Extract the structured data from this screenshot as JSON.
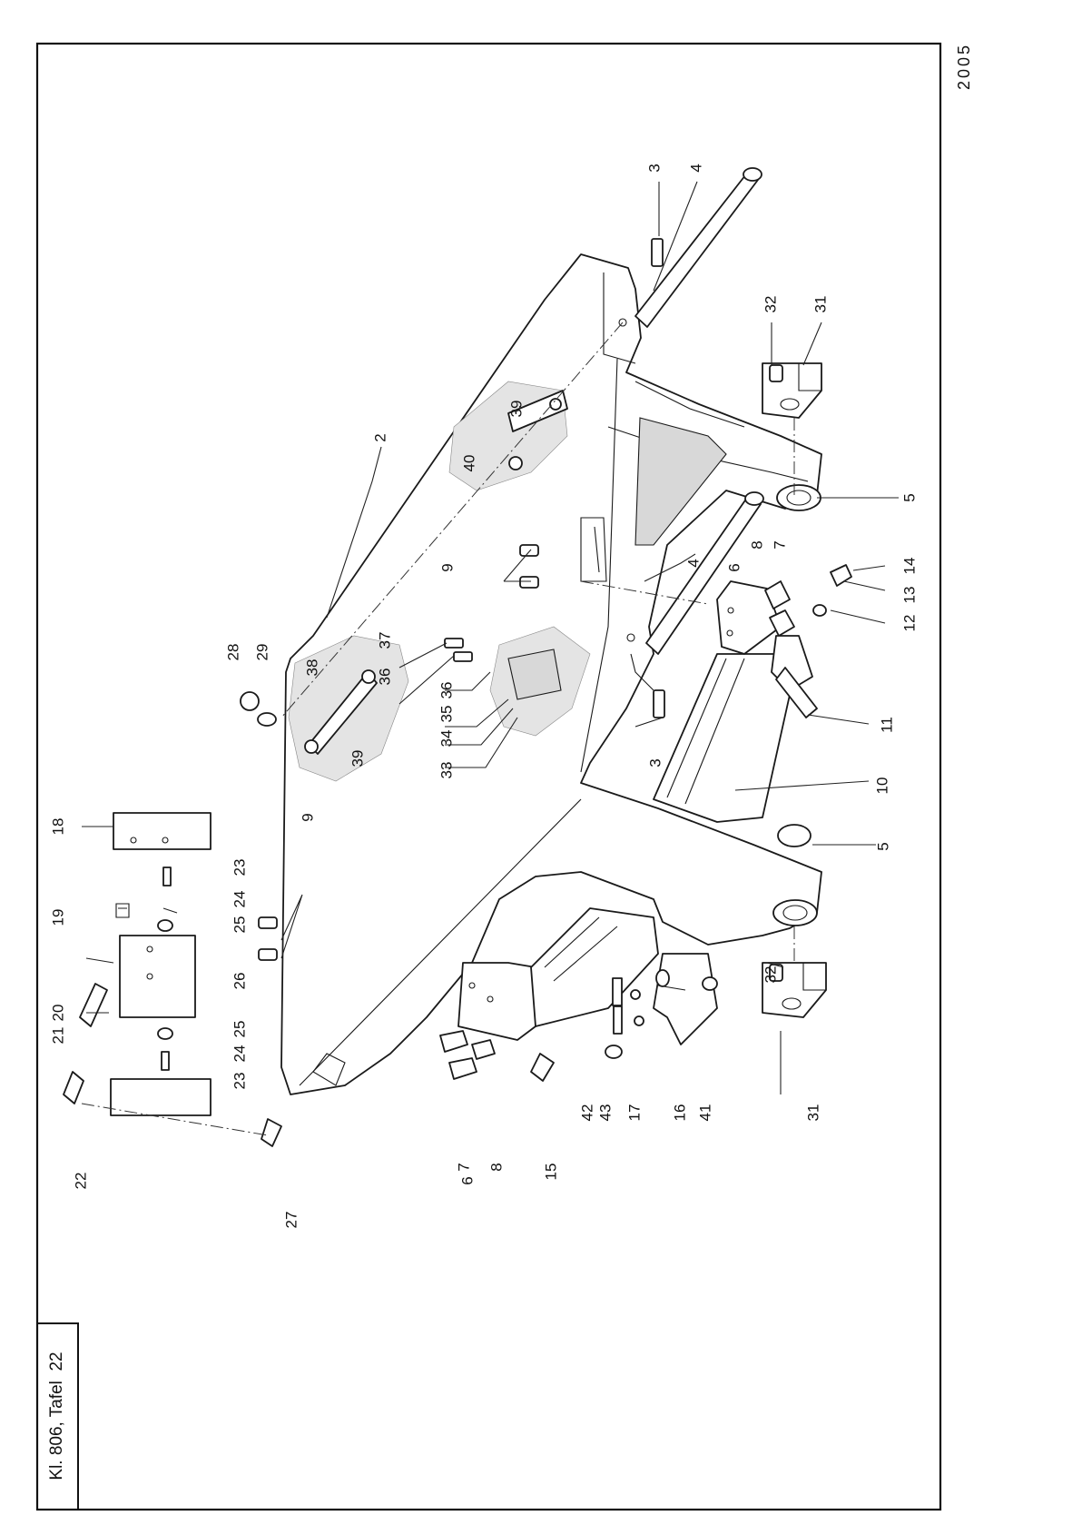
{
  "sheet_number": "2005",
  "plate_label": "Kl. 806, Tafel  22",
  "part_labels": [
    "2",
    "3",
    "3",
    "4",
    "4",
    "5",
    "5",
    "6",
    "6",
    "7",
    "7",
    "8",
    "8",
    "9",
    "9",
    "10",
    "11",
    "12",
    "13",
    "14",
    "15",
    "16",
    "17",
    "18",
    "19",
    "20",
    "21",
    "22",
    "23",
    "23",
    "24",
    "24",
    "25",
    "25",
    "26",
    "27",
    "28",
    "29",
    "31",
    "31",
    "32",
    "32",
    "33",
    "34",
    "35",
    "36",
    "36",
    "37",
    "38",
    "39",
    "39",
    "40",
    "41",
    "42",
    "43"
  ]
}
